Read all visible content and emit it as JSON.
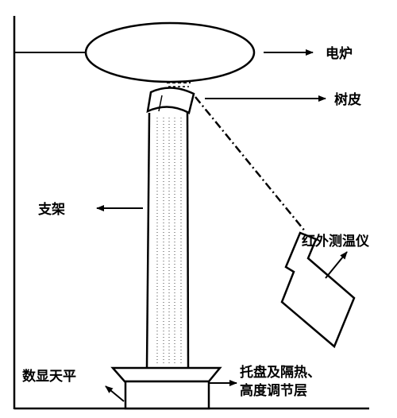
{
  "labels": {
    "furnace": "电炉",
    "bark": "树皮",
    "stand": "支架",
    "ir_thermometer": "红外测温仪",
    "balance": "数显天平",
    "tray_line1": "托盘及隔热、",
    "tray_line2": "高度调节层"
  }
}
